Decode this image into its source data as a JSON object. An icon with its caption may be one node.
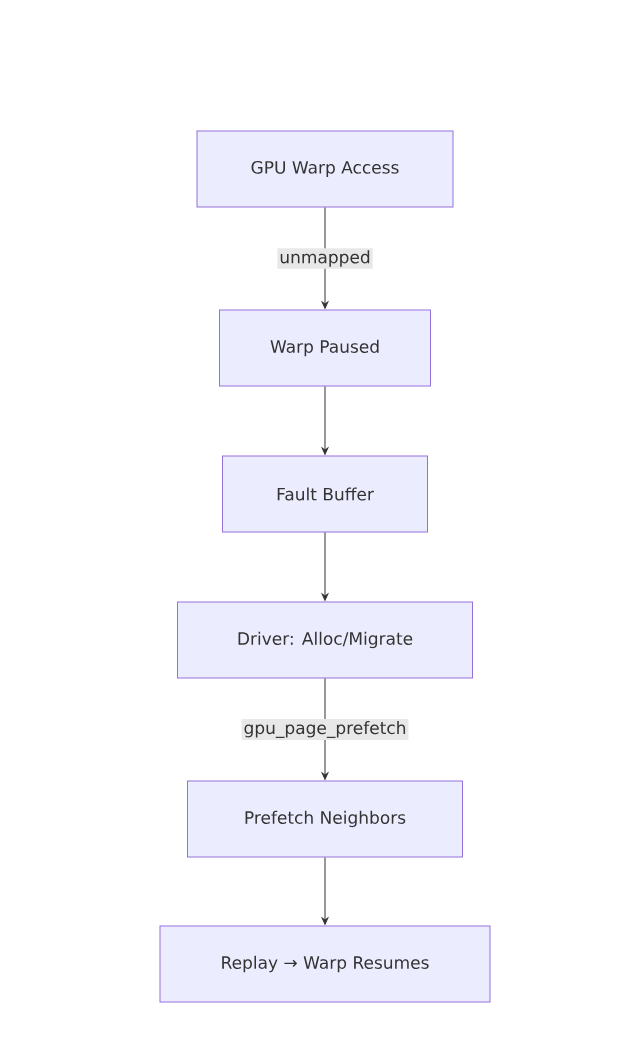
{
  "diagram": {
    "nodes": [
      {
        "text": [
          "GPU Warp Access"
        ]
      },
      {
        "text": [
          "Warp Paused"
        ]
      },
      {
        "text": [
          "Fault Buffer"
        ]
      },
      {
        "text": [
          "Driver: Alloc/Migrate"
        ]
      },
      {
        "text": [
          "Prefetch Neighbors"
        ]
      },
      {
        "text": [
          "Replay → Warp Resumes"
        ]
      }
    ],
    "edges": [
      {
        "from": 0,
        "to": 1,
        "arrow": "to",
        "label": "unmapped"
      },
      {
        "from": 1,
        "to": 2,
        "arrow": "to"
      },
      {
        "from": 2,
        "to": 3,
        "arrow": "to"
      },
      {
        "from": 3,
        "to": 4,
        "arrow": "to",
        "label": "gpu_page_prefetch"
      },
      {
        "from": 4,
        "to": 5,
        "arrow": "to"
      }
    ]
  }
}
